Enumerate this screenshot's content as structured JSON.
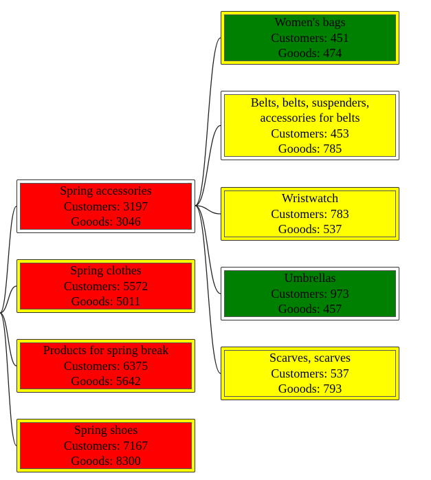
{
  "colors": {
    "red": "#ff0000",
    "green": "#008000",
    "yellow": "#ffff00",
    "white": "#ffffff",
    "connector": "#222222"
  },
  "labels": {
    "customers": "Customers: ",
    "goods": "Gooods: "
  },
  "root_nodes": [
    {
      "name": "Spring accessories",
      "customers": "3197",
      "goods": "3046",
      "fill": "red",
      "frame": "white"
    },
    {
      "name": "Spring clothes",
      "customers": "5572",
      "goods": "5011",
      "fill": "red",
      "frame": "yellow"
    },
    {
      "name": "Products for spring break",
      "customers": "6375",
      "goods": "5642",
      "fill": "red",
      "frame": "yellow"
    },
    {
      "name": "Spring shoes",
      "customers": "7167",
      "goods": "8300",
      "fill": "red",
      "frame": "yellow"
    }
  ],
  "child_nodes": [
    {
      "name": "Women's bags",
      "customers": "451",
      "goods": "474",
      "fill": "green",
      "frame": "yellow"
    },
    {
      "name": "Belts, belts, suspenders, accessories for belts",
      "customers": "453",
      "goods": "785",
      "fill": "yellow",
      "frame": "white"
    },
    {
      "name": "Wristwatch",
      "customers": "783",
      "goods": "537",
      "fill": "yellow",
      "frame": "yellow"
    },
    {
      "name": "Umbrellas",
      "customers": "973",
      "goods": "457",
      "fill": "green",
      "frame": "white"
    },
    {
      "name": "Scarves, scarves",
      "customers": "537",
      "goods": "793",
      "fill": "yellow",
      "frame": "yellow"
    }
  ]
}
